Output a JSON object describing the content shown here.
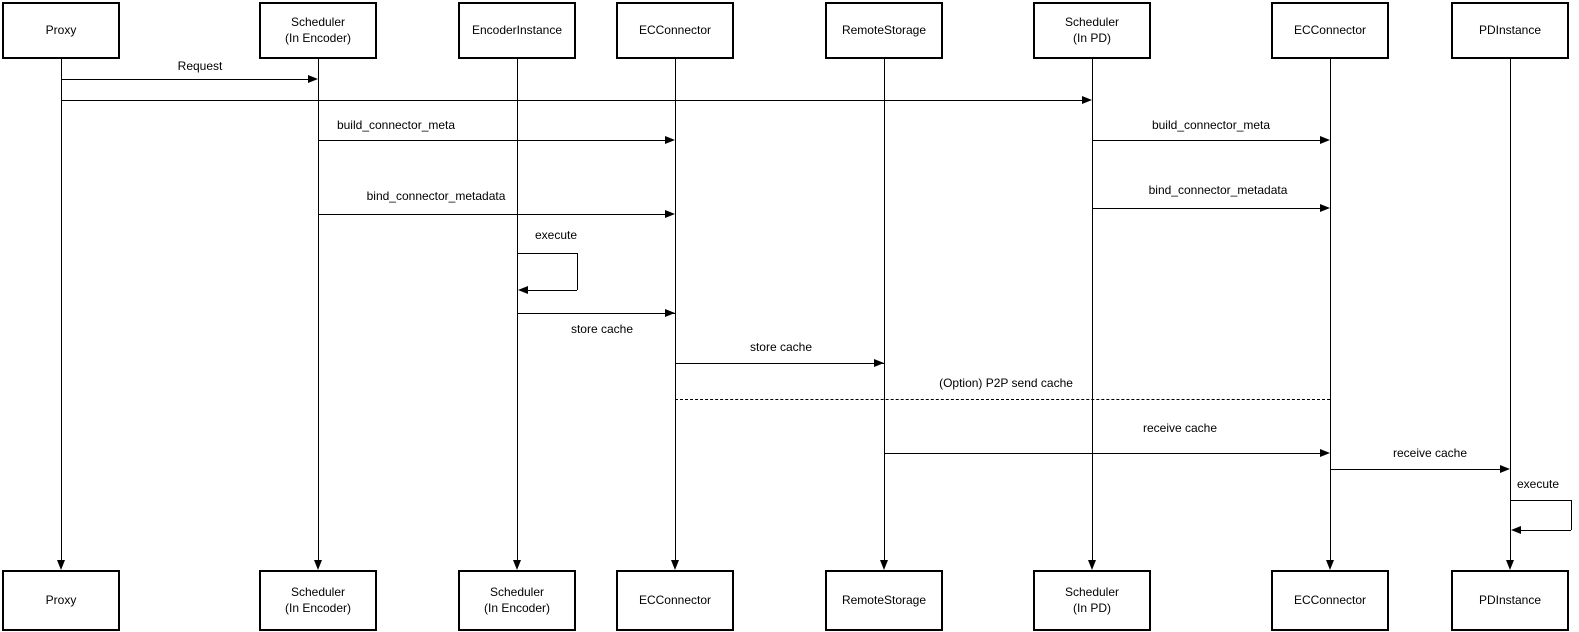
{
  "diagram": {
    "type": "sequence-diagram",
    "colors": {
      "line": "#000000",
      "background": "#ffffff",
      "text": "#000000"
    },
    "participants": [
      {
        "top": "Proxy",
        "bottom": "Proxy"
      },
      {
        "top": "Scheduler\n(In Encoder)",
        "bottom": "Scheduler\n(In Encoder)"
      },
      {
        "top": "EncoderInstance",
        "bottom": "Scheduler\n(In Encoder)"
      },
      {
        "top": "ECConnector",
        "bottom": "ECConnector"
      },
      {
        "top": "RemoteStorage",
        "bottom": "RemoteStorage"
      },
      {
        "top": "Scheduler\n(In PD)",
        "bottom": "Scheduler\n(In PD)"
      },
      {
        "top": "ECConnector",
        "bottom": "ECConnector"
      },
      {
        "top": "PDInstance",
        "bottom": "PDInstance"
      }
    ],
    "messages": [
      {
        "label": "Request",
        "from": "Proxy",
        "to": "Scheduler (In Encoder)",
        "style": "solid-arrow"
      },
      {
        "label": "",
        "from": "Proxy",
        "to": "Scheduler (In PD)",
        "style": "solid-arrow"
      },
      {
        "label": "build_connector_meta",
        "from": "Scheduler (In Encoder)",
        "to": "ECConnector",
        "style": "solid-arrow"
      },
      {
        "label": "bind_connector_metadata",
        "from": "Scheduler (In Encoder)",
        "to": "ECConnector",
        "style": "solid-arrow"
      },
      {
        "label": "execute",
        "from": "EncoderInstance",
        "to": "EncoderInstance",
        "style": "self-loop"
      },
      {
        "label": "store cache",
        "from": "EncoderInstance",
        "to": "ECConnector",
        "style": "solid-arrow"
      },
      {
        "label": "store cache",
        "from": "ECConnector",
        "to": "RemoteStorage",
        "style": "solid-arrow"
      },
      {
        "label": "(Option) P2P send cache",
        "from": "ECConnector",
        "to": "ECConnector (PD side)",
        "style": "dashed-line"
      },
      {
        "label": "build_connector_meta",
        "from": "Scheduler (In PD)",
        "to": "ECConnector (PD side)",
        "style": "solid-arrow"
      },
      {
        "label": "bind_connector_metadata",
        "from": "Scheduler (In PD)",
        "to": "ECConnector (PD side)",
        "style": "solid-arrow"
      },
      {
        "label": "receive cache",
        "from": "RemoteStorage",
        "to": "ECConnector (PD side)",
        "style": "solid-arrow"
      },
      {
        "label": "receive cache",
        "from": "ECConnector (PD side)",
        "to": "PDInstance",
        "style": "solid-arrow"
      },
      {
        "label": "execute",
        "from": "PDInstance",
        "to": "PDInstance",
        "style": "self-loop"
      }
    ]
  }
}
